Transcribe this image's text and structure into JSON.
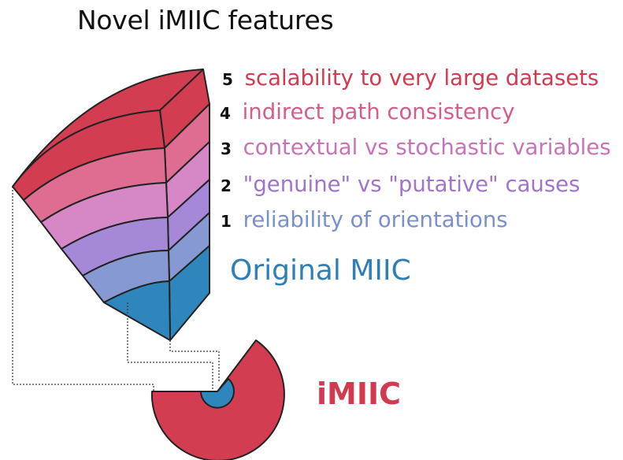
{
  "title": "Novel iMIIC features",
  "features": [
    {
      "num": "5",
      "label": "scalability to very large datasets",
      "color": "#d23a50"
    },
    {
      "num": "4",
      "label": "indirect path consistency",
      "color": "#d65c8a"
    },
    {
      "num": "3",
      "label": "contextual vs stochastic variables",
      "color": "#c872b8"
    },
    {
      "num": "2",
      "label": "\"genuine\" vs \"putative\" causes",
      "color": "#9e74cc"
    },
    {
      "num": "1",
      "label": "reliability of orientations",
      "color": "#7a8fd0"
    }
  ],
  "base_label": "Original MIIC",
  "product_label": "iMIIC",
  "colors": {
    "layer5": "#d33d52",
    "layer4": "#df6d91",
    "layer3": "#d587c6",
    "layer2": "#a589d8",
    "layer1": "#8799d2",
    "core": "#2f86bd",
    "outline": "#222222"
  }
}
